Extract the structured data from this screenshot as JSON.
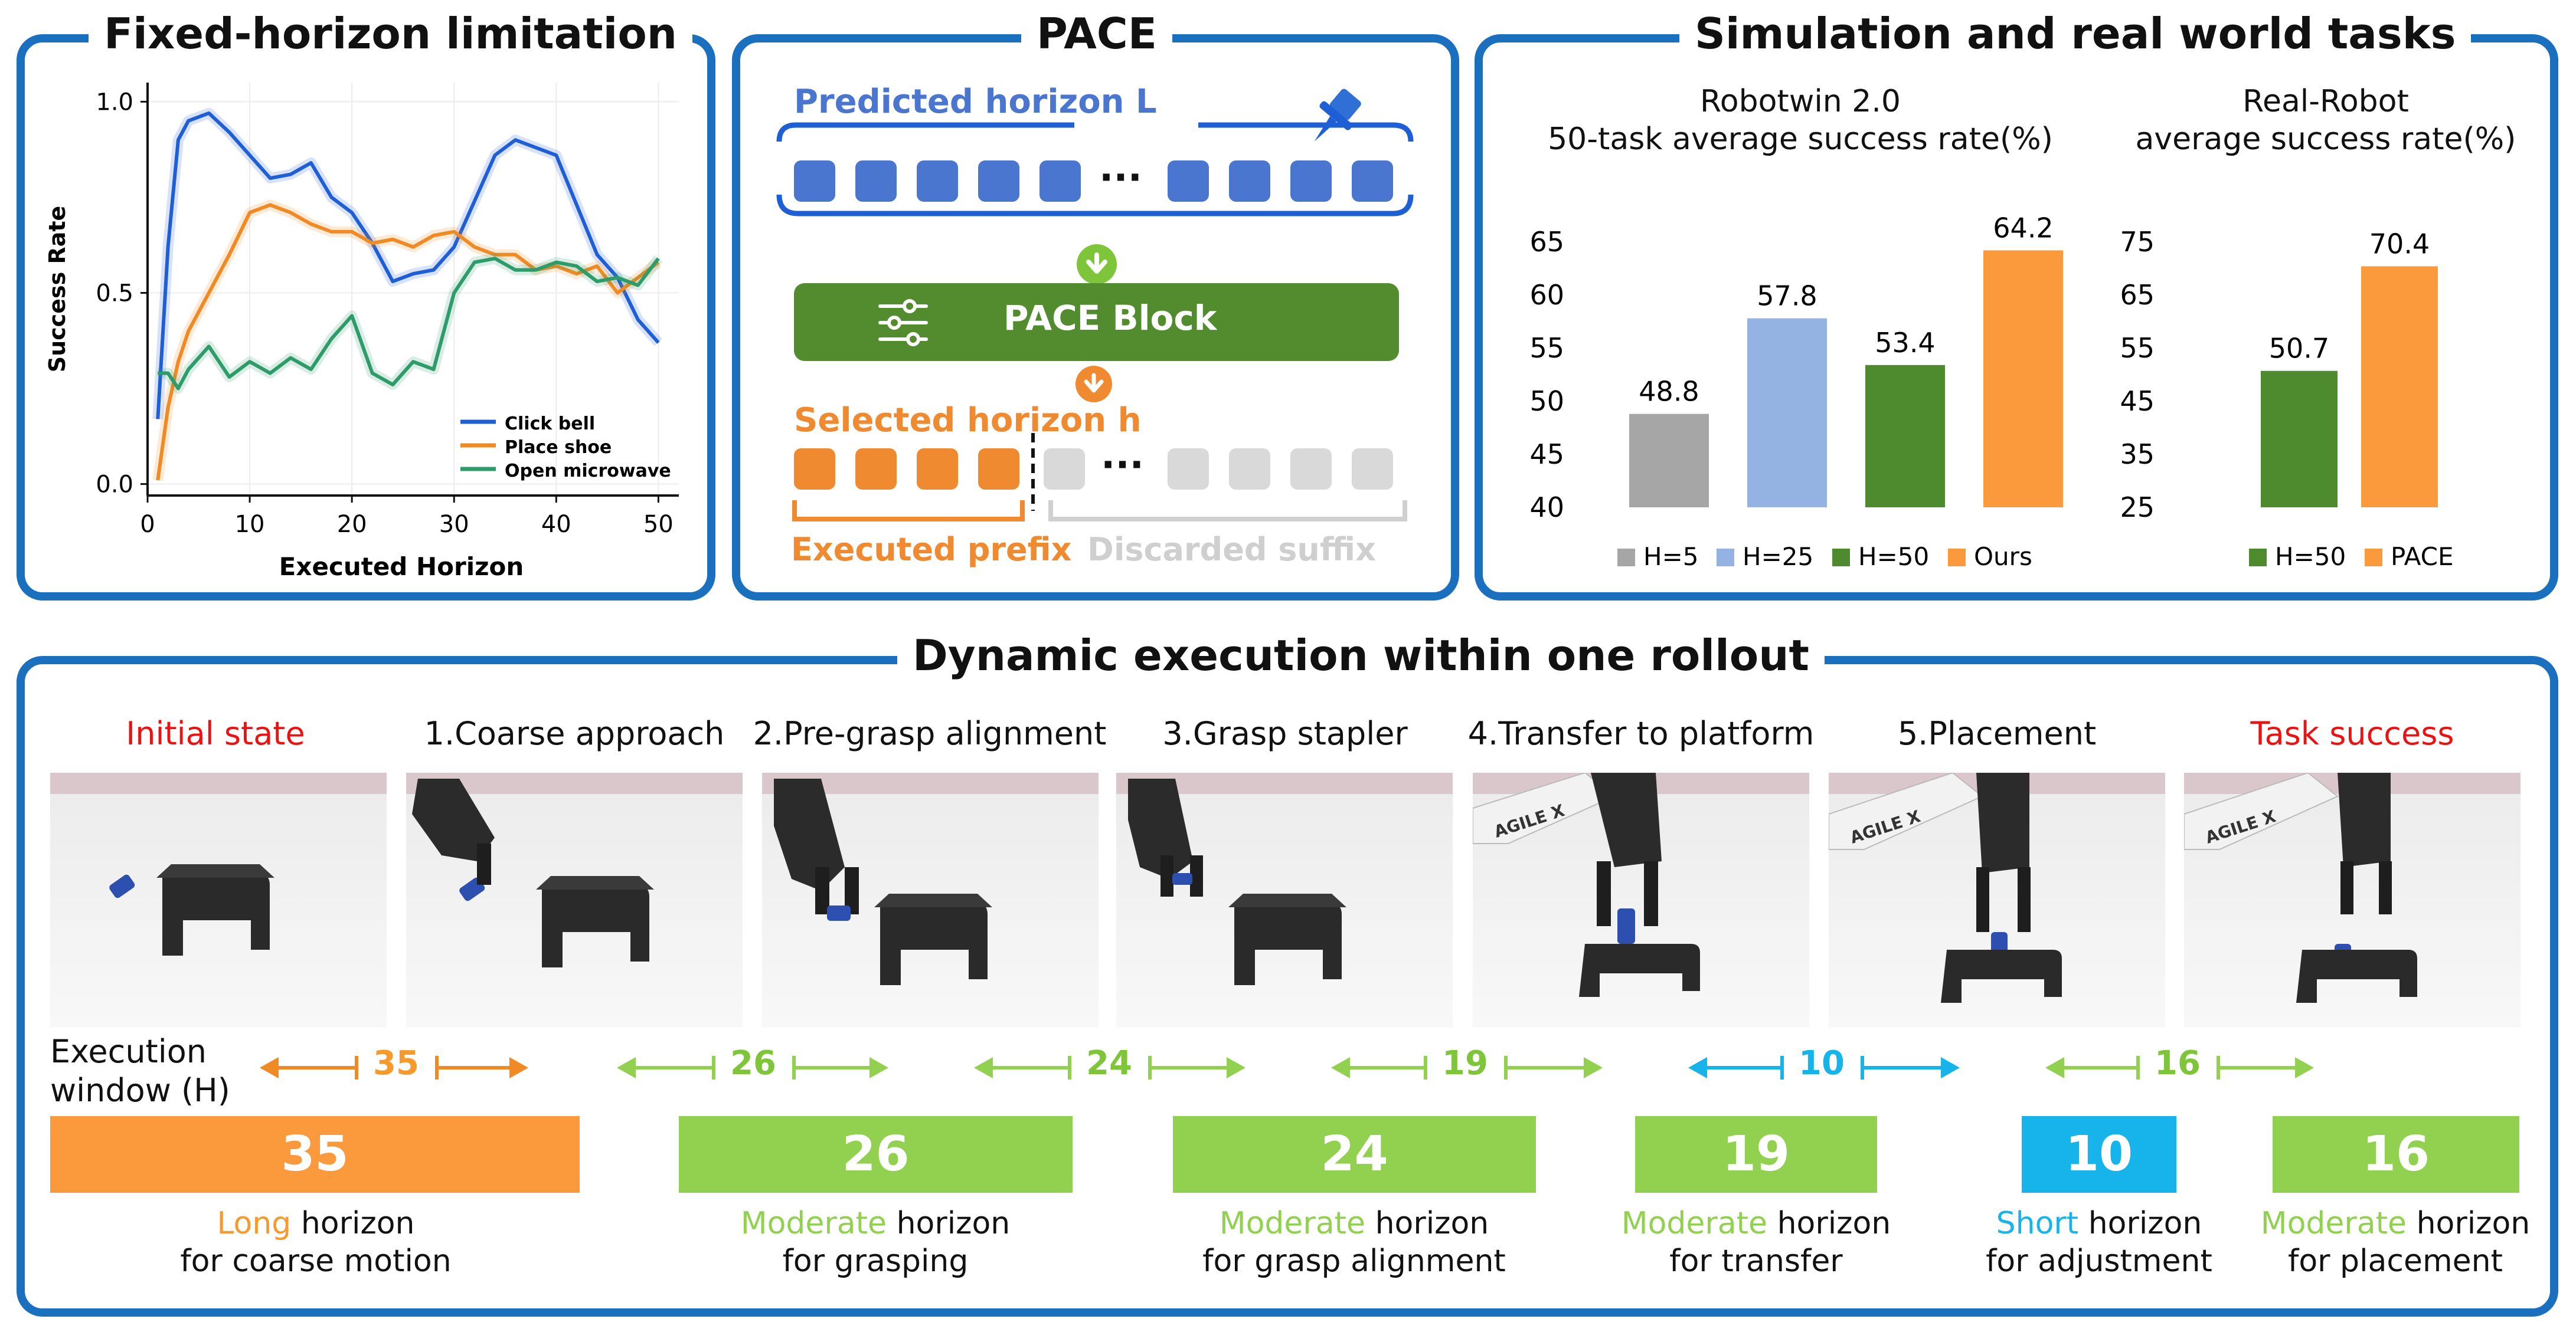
{
  "panels": {
    "fixed_title": "Fixed-horizon limitation",
    "pace_title": "PACE",
    "sim_title": "Simulation and real world tasks",
    "dyn_title": "Dynamic execution within one rollout"
  },
  "line_chart": {
    "ylabel": "Success Rate",
    "xlabel": "Executed Horizon",
    "yticks": [
      "1.0",
      "0.5",
      "0.0"
    ],
    "xticks": [
      "0",
      "10",
      "20",
      "30",
      "40",
      "50"
    ],
    "legend": [
      "Click bell",
      "Place shoe",
      "Open microwave"
    ]
  },
  "pace": {
    "predicted_label": "Predicted horizon L",
    "block_label": "PACE Block",
    "selected_label": "Selected horizon h",
    "executed_label": "Executed prefix",
    "discarded_label": "Discarded suffix",
    "ellipsis": "···"
  },
  "sim": {
    "left_title_1": "Robotwin 2.0",
    "left_title_2": "50-task average success rate(%)",
    "right_title_1": "Real-Robot",
    "right_title_2": "average success rate(%)",
    "left_yticks": [
      "65",
      "60",
      "55",
      "50",
      "45",
      "40"
    ],
    "right_yticks": [
      "75",
      "65",
      "55",
      "45",
      "35",
      "25"
    ],
    "left_legend": [
      "H=5",
      "H=25",
      "H=50",
      "Ours"
    ],
    "right_legend": [
      "H=50",
      "PACE"
    ]
  },
  "colors": {
    "blue": "#1f5fd6",
    "orange": "#f08a24",
    "green": "#2e9b6a",
    "bar_gray": "#a6a6a6",
    "bar_lightblue": "#94b3e3",
    "bar_green": "#4e8a2e",
    "bar_orange": "#fb9a3c",
    "panel_border": "#1a6fbf",
    "light_green": "#92d050",
    "cyan": "#16b4ea",
    "red": "#ee1111"
  },
  "dyn": {
    "stages": [
      "Initial state",
      "1.Coarse approach",
      "2.Pre-grasp alignment",
      "3.Grasp stapler",
      "4.Transfer to platform",
      "5.Placement",
      "Task success"
    ],
    "execution_label_1": "Execution",
    "execution_label_2": "window (H)",
    "arrow_values": [
      "35",
      "26",
      "24",
      "19",
      "10",
      "16"
    ],
    "box_values": [
      "35",
      "26",
      "24",
      "19",
      "10",
      "16"
    ],
    "desc": [
      {
        "word": "Long",
        "rest": " horizon",
        "line2": "for coarse motion"
      },
      {
        "word": "Moderate",
        "rest": " horizon",
        "line2": "for grasping"
      },
      {
        "word": "Moderate",
        "rest": " horizon",
        "line2": "for grasp alignment"
      },
      {
        "word": "Moderate",
        "rest": " horizon",
        "line2": "for transfer"
      },
      {
        "word": "Short",
        "rest": " horizon",
        "line2": "for adjustment"
      },
      {
        "word": "Moderate",
        "rest": " horizon",
        "line2": "for placement"
      }
    ],
    "logo_text": "AGILE X"
  },
  "chart_data": [
    {
      "type": "line",
      "xlabel": "Executed Horizon",
      "ylabel": "Success Rate",
      "xlim": [
        0,
        52
      ],
      "ylim": [
        -0.03,
        1.05
      ],
      "grid": true,
      "legend": "lower-right",
      "series": [
        {
          "name": "Click bell",
          "x": [
            1,
            2,
            3,
            4,
            6,
            8,
            10,
            12,
            14,
            16,
            18,
            20,
            22,
            24,
            26,
            28,
            30,
            32,
            34,
            36,
            38,
            40,
            42,
            44,
            46,
            48,
            50
          ],
          "values": [
            0.17,
            0.62,
            0.9,
            0.95,
            0.97,
            0.92,
            0.86,
            0.8,
            0.81,
            0.84,
            0.75,
            0.71,
            0.63,
            0.53,
            0.55,
            0.56,
            0.62,
            0.74,
            0.86,
            0.9,
            0.88,
            0.86,
            0.73,
            0.6,
            0.54,
            0.43,
            0.37
          ]
        },
        {
          "name": "Place shoe",
          "x": [
            1,
            2,
            3,
            4,
            6,
            8,
            10,
            12,
            14,
            16,
            18,
            20,
            22,
            24,
            26,
            28,
            30,
            32,
            34,
            36,
            38,
            40,
            42,
            44,
            46,
            48,
            50
          ],
          "values": [
            0.01,
            0.2,
            0.32,
            0.4,
            0.5,
            0.6,
            0.71,
            0.73,
            0.71,
            0.68,
            0.66,
            0.66,
            0.63,
            0.64,
            0.62,
            0.65,
            0.66,
            0.62,
            0.6,
            0.6,
            0.56,
            0.57,
            0.55,
            0.57,
            0.5,
            0.54,
            0.58
          ]
        },
        {
          "name": "Open microwave",
          "x": [
            1,
            2,
            3,
            4,
            6,
            8,
            10,
            12,
            14,
            16,
            18,
            20,
            22,
            24,
            26,
            28,
            30,
            32,
            34,
            36,
            38,
            40,
            42,
            44,
            46,
            48,
            50
          ],
          "values": [
            0.29,
            0.29,
            0.25,
            0.3,
            0.36,
            0.28,
            0.32,
            0.29,
            0.33,
            0.3,
            0.38,
            0.44,
            0.29,
            0.26,
            0.32,
            0.3,
            0.5,
            0.58,
            0.59,
            0.56,
            0.56,
            0.58,
            0.57,
            0.53,
            0.54,
            0.52,
            0.59
          ]
        }
      ]
    },
    {
      "type": "bar",
      "title": "Robotwin 2.0 50-task average success rate(%)",
      "categories": [
        "H=5",
        "H=25",
        "H=50",
        "Ours"
      ],
      "values": [
        48.8,
        57.8,
        53.4,
        64.2
      ],
      "ylim": [
        40,
        65
      ],
      "legend": "bottom"
    },
    {
      "type": "bar",
      "title": "Real-Robot average success rate(%)",
      "categories": [
        "H=50",
        "PACE"
      ],
      "values": [
        50.7,
        70.4
      ],
      "ylim": [
        25,
        75
      ],
      "legend": "bottom"
    }
  ]
}
